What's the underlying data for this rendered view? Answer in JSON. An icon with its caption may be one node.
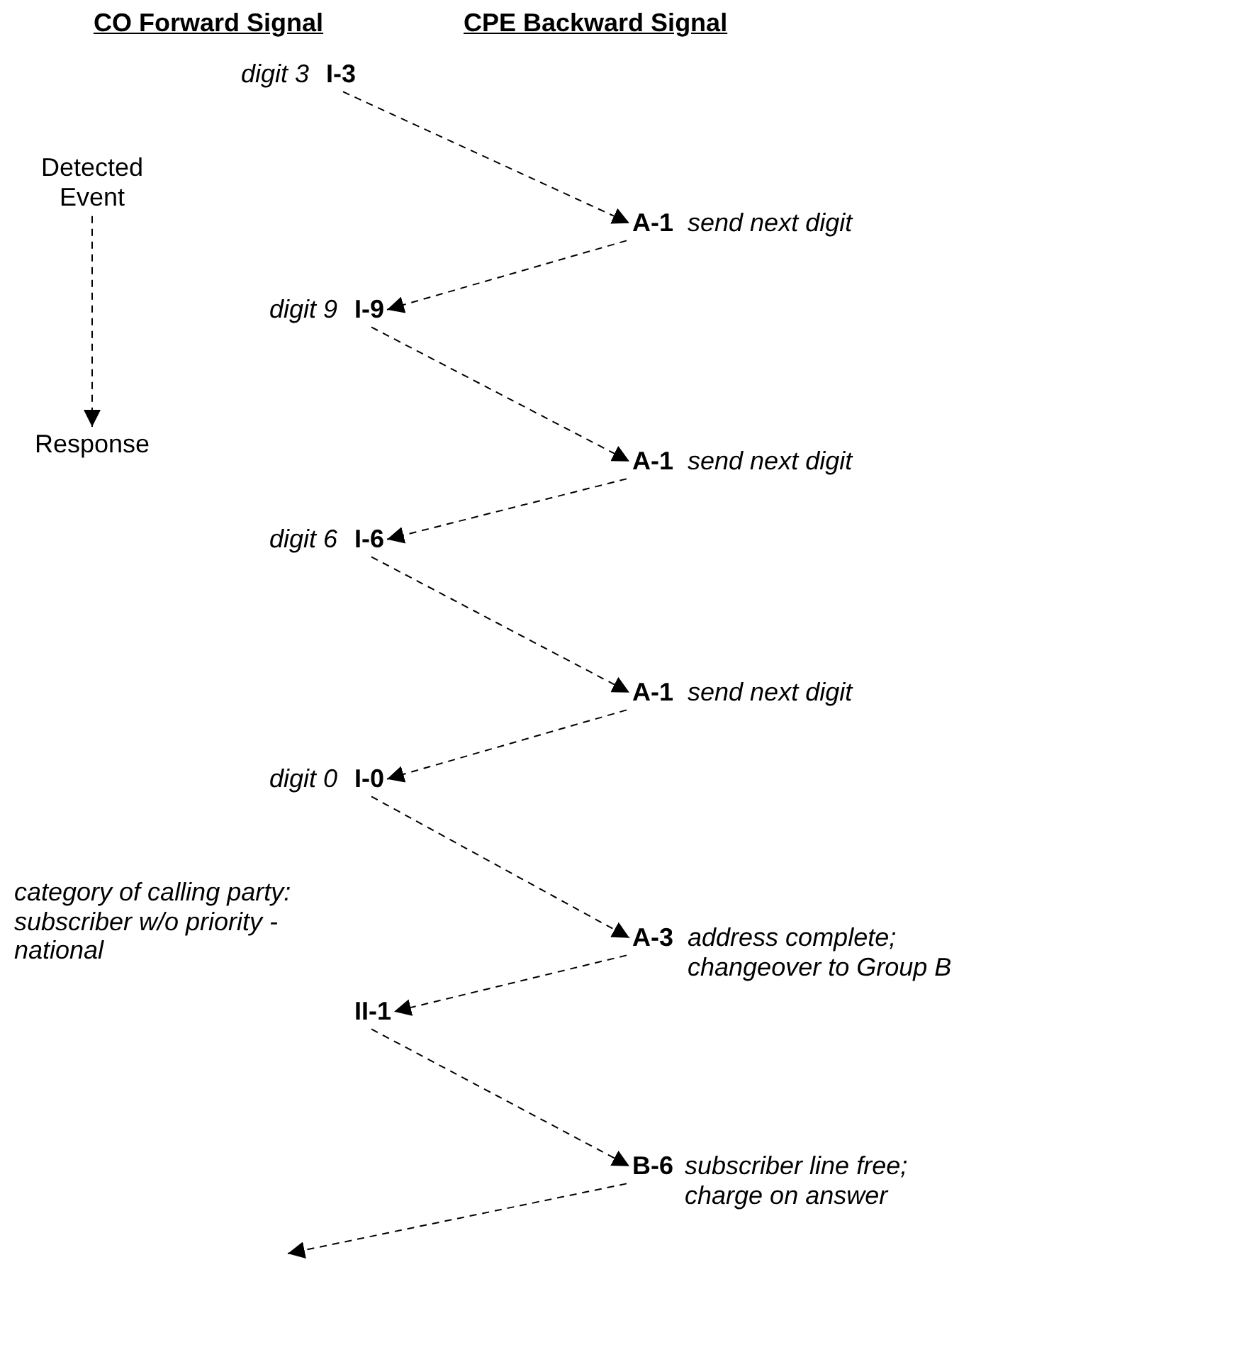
{
  "diagram": {
    "nodes": [
      {
        "text": [
          "I-3"
        ],
        "beside": [
          "digit 3"
        ]
      },
      {
        "text": [
          "Detected Event"
        ]
      },
      {
        "text": [
          "A-1"
        ],
        "beside": [
          "send next digit"
        ]
      },
      {
        "text": [
          "I-9"
        ],
        "beside": [
          "digit 9"
        ]
      },
      {
        "text": [
          "Response"
        ]
      },
      {
        "text": [
          "A-1"
        ],
        "beside": [
          "send next digit"
        ]
      },
      {
        "text": [
          "I-6"
        ],
        "beside": [
          "digit 6"
        ]
      },
      {
        "text": [
          "A-1"
        ],
        "beside": [
          "send next digit"
        ]
      },
      {
        "text": [
          "I-0"
        ],
        "beside": [
          "digit 0"
        ]
      },
      {
        "text": [
          "A-3"
        ],
        "beside": [
          "address complete; changeover to Group B"
        ]
      },
      {
        "text": [
          "II-1"
        ],
        "beside": [
          "category of calling party: subscriber w/o priority - national"
        ]
      },
      {
        "text": [
          "B-6"
        ],
        "beside": [
          "subscriber line free; charge on answer"
        ]
      }
    ],
    "edges": [
      {
        "from": 0,
        "to": 2,
        "arrow": "to",
        "style": "dashed"
      },
      {
        "from": 1,
        "to": 4,
        "arrow": "to",
        "style": "dashed"
      },
      {
        "from": 2,
        "to": 3,
        "arrow": "to",
        "style": "dashed"
      },
      {
        "from": 3,
        "to": 5,
        "arrow": "to",
        "style": "dashed"
      },
      {
        "from": 5,
        "to": 6,
        "arrow": "to",
        "style": "dashed"
      },
      {
        "from": 6,
        "to": 7,
        "arrow": "to",
        "style": "dashed"
      },
      {
        "from": 7,
        "to": 8,
        "arrow": "to",
        "style": "dashed"
      },
      {
        "from": 8,
        "to": 9,
        "arrow": "to",
        "style": "dashed"
      },
      {
        "from": 9,
        "to": 10,
        "arrow": "to",
        "style": "dashed"
      },
      {
        "from": 10,
        "to": 11,
        "arrow": "to",
        "style": "dashed"
      },
      {
        "from": 11,
        "to": null,
        "arrow": "to",
        "style": "dashed"
      }
    ],
    "labels": [
      "CO Forward Signal",
      "CPE Backward Signal"
    ]
  }
}
